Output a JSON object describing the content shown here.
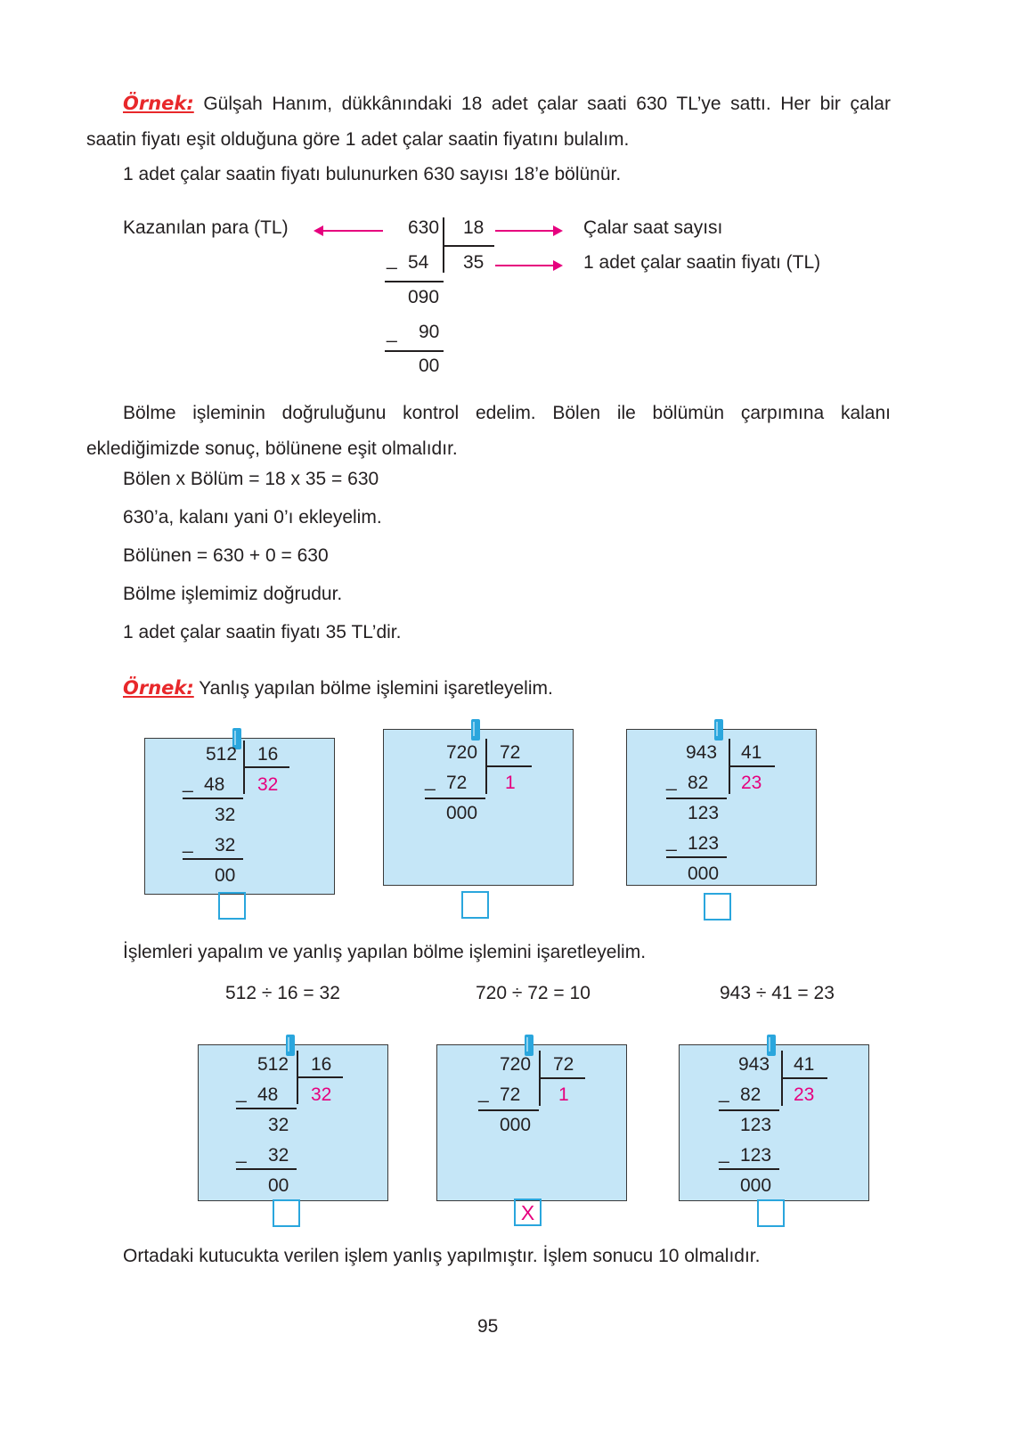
{
  "example1": {
    "label": "Örnek:",
    "text": "Gülşah Hanım, dükkânındaki 18 adet çalar saati 630 TL’ye sattı. Her bir çalar saatin fiyatı eşit olduğuna göre 1 adet çalar saatin fiyatını bulalım.",
    "intro": "1 adet çalar saatin fiyatı bulunurken 630 sayısı 18’e bölünür."
  },
  "division": {
    "left_label": "Kazanılan para (TL)",
    "right_label_top": "Çalar saat sayısı",
    "right_label_bottom": "1 adet çalar saatin fiyatı (TL)",
    "dividend": "630",
    "divisor": "18",
    "quotient": "35",
    "step1_sub": "54",
    "step1_rem": "090",
    "step2_sub": "90",
    "remainder": "00",
    "minus": "_"
  },
  "check": {
    "p1": "Bölme işleminin doğruluğunu kontrol edelim. Bölen ile bölümün çarpımına kalanı eklediğimizde sonuç, bölünene eşit olmalıdır.",
    "l1": "Bölen x Bölüm = 18 x 35 = 630",
    "l2": "630’a, kalanı yani 0’ı ekleyelim.",
    "l3": "Bölünen = 630 + 0 = 630",
    "l4": "Bölme işlemimiz doğrudur.",
    "l5": "1 adet çalar saatin fiyatı 35 TL’dir."
  },
  "example2": {
    "label": "Örnek:",
    "text": "Yanlış yapılan bölme işlemini işaretleyelim.",
    "instruction": "İşlemleri yapalım ve yanlış yapılan bölme işlemini işaretleyelim.",
    "equations": [
      "512 ÷ 16 = 32",
      "720 ÷ 72 = 10",
      "943 ÷ 41 = 23"
    ],
    "conclusion": "Ortadaki kutucukta verilen işlem yanlış yapılmıştır. İşlem sonucu 10 olmalıdır.",
    "mark": "X"
  },
  "cards": [
    {
      "dividend": "512",
      "divisor": "16",
      "quotient": "32",
      "sub1": "48",
      "rem1": "32",
      "sub2": "32",
      "rem2": "00"
    },
    {
      "dividend": "720",
      "divisor": "72",
      "quotient": "1",
      "sub1": "72",
      "rem1": "000"
    },
    {
      "dividend": "943",
      "divisor": "41",
      "quotient": "23",
      "sub1": "82",
      "rem1": "123",
      "sub2": "123",
      "rem2": "000"
    }
  ],
  "colors": {
    "accent_pink": "#e6007e",
    "card_bg": "#c5e6f7",
    "pin": "#2aa6dd",
    "ornek_red": "#e8282b"
  },
  "page_number": "95"
}
